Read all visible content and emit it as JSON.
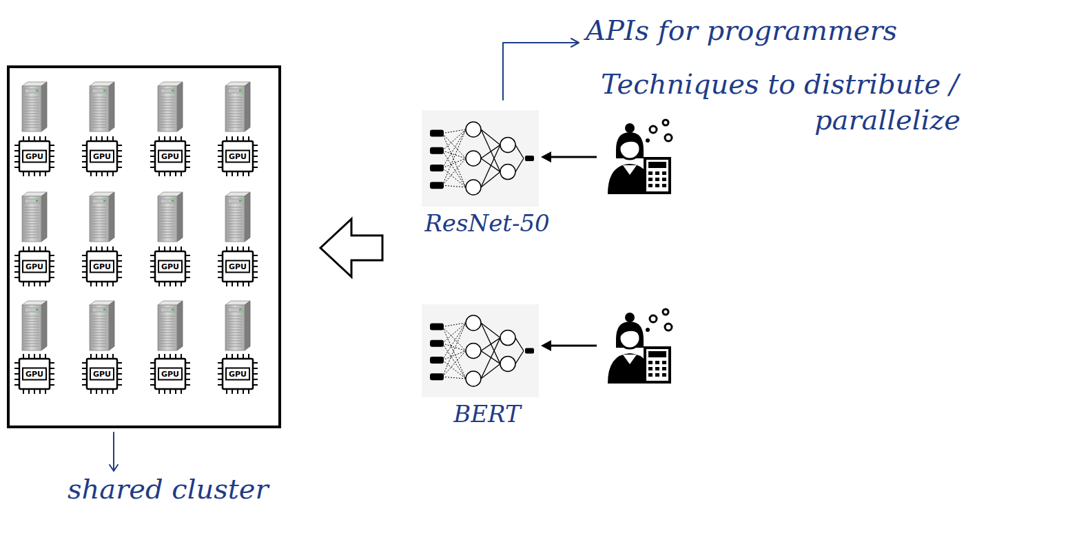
{
  "diagram": {
    "nodes": [
      {
        "text": [
          "shared cluster"
        ]
      },
      {
        "text": [
          "GPU"
        ],
        "in": 0
      },
      {
        "text": [
          "GPU"
        ],
        "in": 0
      },
      {
        "text": [
          "GPU"
        ],
        "in": 0
      },
      {
        "text": [
          "GPU"
        ],
        "in": 0
      },
      {
        "text": [
          "GPU"
        ],
        "in": 0
      },
      {
        "text": [
          "GPU"
        ],
        "in": 0
      },
      {
        "text": [
          "GPU"
        ],
        "in": 0
      },
      {
        "text": [
          "GPU"
        ],
        "in": 0
      },
      {
        "text": [
          "GPU"
        ],
        "in": 0
      },
      {
        "text": [
          "GPU"
        ],
        "in": 0
      },
      {
        "text": [
          "GPU"
        ],
        "in": 0
      },
      {
        "text": [
          "GPU"
        ],
        "in": 0
      },
      {
        "text": [
          "ResNet-50"
        ]
      },
      {
        "text": [
          "BERT"
        ]
      }
    ],
    "labels": [
      "APIs for programmers",
      "Techniques to distribute / parallelize"
    ]
  }
}
